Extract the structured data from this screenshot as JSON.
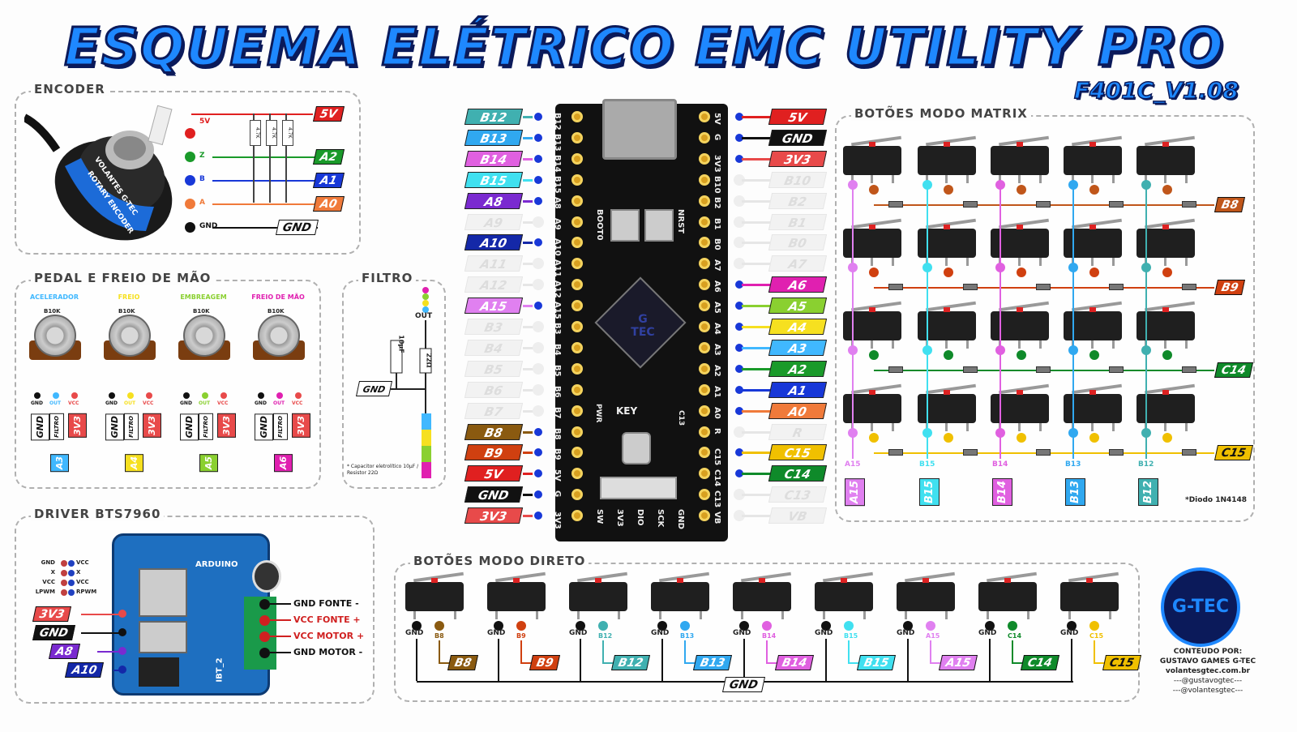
{
  "title": "ESQUEMA ELÉTRICO EMC UTILITY PRO",
  "subtitle": "F401C_V1.08",
  "encoder": {
    "title": "ENCODER",
    "device_text": "VOLANTES G-TEC",
    "device_sub": "ROTARY ENCODER",
    "resistor": "4.7K",
    "rows": [
      {
        "pin": "5V",
        "label": "5V",
        "color": "#e02020"
      },
      {
        "pin": "Z",
        "label": "A2",
        "color": "#1a9a2a"
      },
      {
        "pin": "B",
        "label": "A1",
        "color": "#1838d8"
      },
      {
        "pin": "A",
        "label": "A0",
        "color": "#f07a3a"
      },
      {
        "pin": "GND",
        "label": "GND",
        "color": "#111111"
      }
    ]
  },
  "pedal": {
    "title": "PEDAL E FREIO DE MÃO",
    "pots": [
      {
        "name": "ACELERADOR",
        "value": "B10K",
        "out_color": "#40b8ff",
        "labels": [
          "GND",
          "FILTRO",
          "3V3",
          "A3"
        ]
      },
      {
        "name": "FREIO",
        "value": "B10K",
        "out_color": "#f6e020",
        "labels": [
          "GND",
          "FILTRO",
          "3V3",
          "A4"
        ]
      },
      {
        "name": "EMBREAGEM",
        "value": "B10K",
        "out_color": "#8ad030",
        "labels": [
          "GND",
          "FILTRO",
          "3V3",
          "A5"
        ]
      },
      {
        "name": "FREIO DE MÃO",
        "value": "B10K",
        "out_color": "#e020b0",
        "labels": [
          "GND",
          "FILTRO",
          "3V3",
          "A6"
        ]
      }
    ],
    "pin_names": [
      "GND",
      "OUT",
      "VCC"
    ]
  },
  "filtro": {
    "title": "FILTRO",
    "cap": "10µF",
    "res": "22Ω",
    "out": "OUT",
    "gnd": "GND",
    "note": "* Capacitor eletrolítico 10µF / Resistor 22Ω"
  },
  "driver": {
    "title": "DRIVER BTS7960",
    "board_text": "ARDUINO",
    "chip_text": "IBT_2",
    "pinout": [
      "GND",
      "VCC",
      "X",
      "X",
      "VCC",
      "VCC",
      "LPWM",
      "RPWM"
    ],
    "inputs": [
      {
        "label": "3V3",
        "color": "#e84a4a"
      },
      {
        "label": "GND",
        "color": "#111111"
      },
      {
        "label": "A8",
        "color": "#7a2ad0"
      },
      {
        "label": "A10",
        "color": "#1428a8"
      }
    ],
    "outputs": [
      "GND FONTE -",
      "VCC FONTE +",
      "VCC MOTOR +",
      "GND MOTOR -"
    ]
  },
  "board": {
    "left_labels": [
      "B12",
      "B13",
      "B14",
      "B15",
      "A8",
      "A9",
      "A10",
      "A11",
      "A12",
      "A15",
      "B3",
      "B4",
      "B5",
      "B6",
      "B7",
      "B8",
      "B9",
      "5V",
      "GND",
      "3V3"
    ],
    "left_pins": [
      "B12",
      "B13",
      "B14",
      "B15",
      "A8",
      "A9",
      "A10",
      "A11",
      "A12",
      "A15",
      "B3",
      "B4",
      "B5",
      "B6",
      "B7",
      "B8",
      "B9",
      "5V",
      "G",
      "3V3"
    ],
    "right_labels": [
      "5V",
      "GND",
      "3V3",
      "B10",
      "B2",
      "B1",
      "B0",
      "A7",
      "A6",
      "A5",
      "A4",
      "A3",
      "A2",
      "A1",
      "A0",
      "R",
      "C15",
      "C14",
      "C13",
      "VB"
    ],
    "right_pins": [
      "5V",
      "G",
      "3V3",
      "B10",
      "B2",
      "B1",
      "B0",
      "A7",
      "A6",
      "A5",
      "A4",
      "A3",
      "A2",
      "A1",
      "A0",
      "R",
      "C15",
      "C14",
      "C13",
      "VB"
    ],
    "boot": "BOOT0",
    "nrst": "NRST",
    "key": "KEY",
    "pwr": "PWR",
    "c13": "C13",
    "logo": "G TEC",
    "bottom": [
      "SW",
      "3V3",
      "DIO",
      "SCK",
      "GND"
    ]
  },
  "matrix": {
    "title": "BOTÕES MODO MATRIX",
    "rows": [
      {
        "label": "B8",
        "color": "#c0561a"
      },
      {
        "label": "B9",
        "color": "#d04010"
      },
      {
        "label": "C14",
        "color": "#0f8a2a"
      },
      {
        "label": "C15",
        "color": "#f0c000"
      }
    ],
    "cols": [
      {
        "label": "A15",
        "color": "#e080f0"
      },
      {
        "label": "B15",
        "color": "#40e0f0"
      },
      {
        "label": "B14",
        "color": "#e060e0"
      },
      {
        "label": "B13",
        "color": "#30a8f0"
      },
      {
        "label": "B12",
        "color": "#40b0b0"
      }
    ],
    "diode_note": "*Diodo 1N4148"
  },
  "direct": {
    "title": "BOTÕES MODO DIRETO",
    "gnd": "GND",
    "buttons": [
      {
        "label": "B8",
        "color": "#8a5a10"
      },
      {
        "label": "B9",
        "color": "#d04010"
      },
      {
        "label": "B12",
        "color": "#40b0b0"
      },
      {
        "label": "B13",
        "color": "#30a8f0"
      },
      {
        "label": "B14",
        "color": "#e060e0"
      },
      {
        "label": "B15",
        "color": "#40e0f0"
      },
      {
        "label": "A15",
        "color": "#e080f0"
      },
      {
        "label": "C14",
        "color": "#0f8a2a"
      },
      {
        "label": "C15",
        "color": "#f0c000"
      }
    ]
  },
  "credits": {
    "logo": "G-TEC",
    "line1": "CONTEUDO POR:",
    "line2": "GUSTAVO GAMES G-TEC",
    "line3": "volantesgtec.com.br",
    "line4": "---@gustavogtec---",
    "line5": "---@volantesgtec---"
  }
}
